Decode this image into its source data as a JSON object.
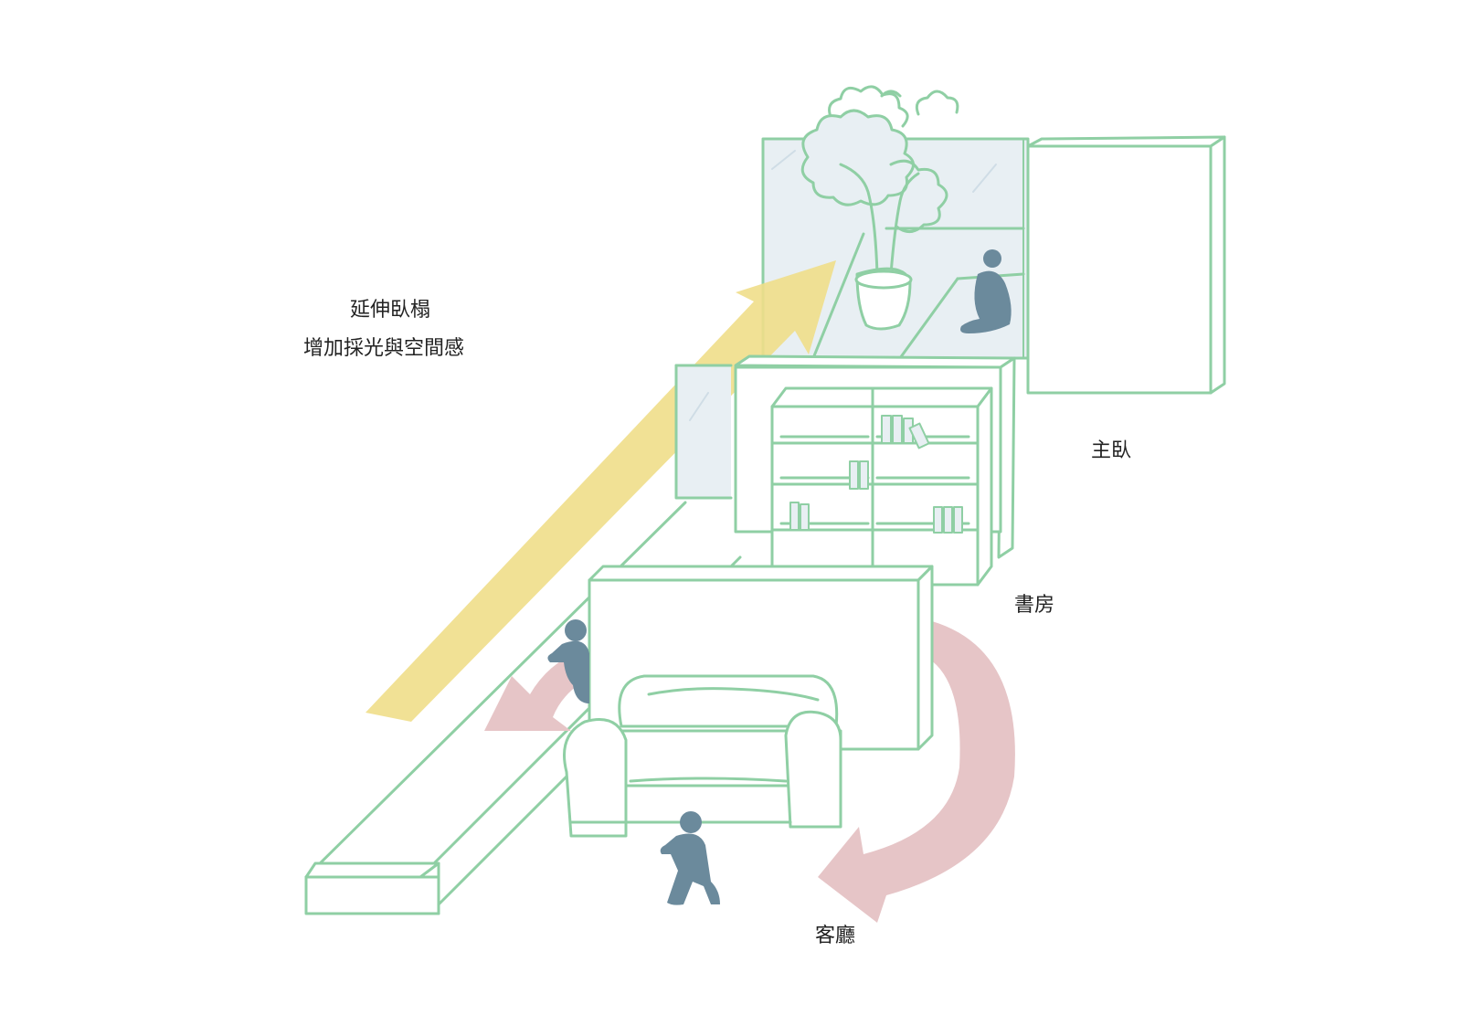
{
  "diagram": {
    "annotation": {
      "line1": "延伸臥榻",
      "line2": "增加採光與空間感"
    },
    "rooms": {
      "master_bedroom": "主臥",
      "study": "書房",
      "living_room": "客廳"
    },
    "colors": {
      "outline": "#8fcfa4",
      "glass": "#e6eef2",
      "light_arrow": "#f0de8a",
      "circulation_arrow": "#e6c5c7",
      "figure": "#6b8a9c",
      "text": "#222222",
      "background": "#ffffff"
    },
    "icons": [
      "person-icon",
      "plant-icon",
      "sofa-icon",
      "bookshelf-icon",
      "light-arrow-icon",
      "circulation-arrow-icon"
    ]
  }
}
